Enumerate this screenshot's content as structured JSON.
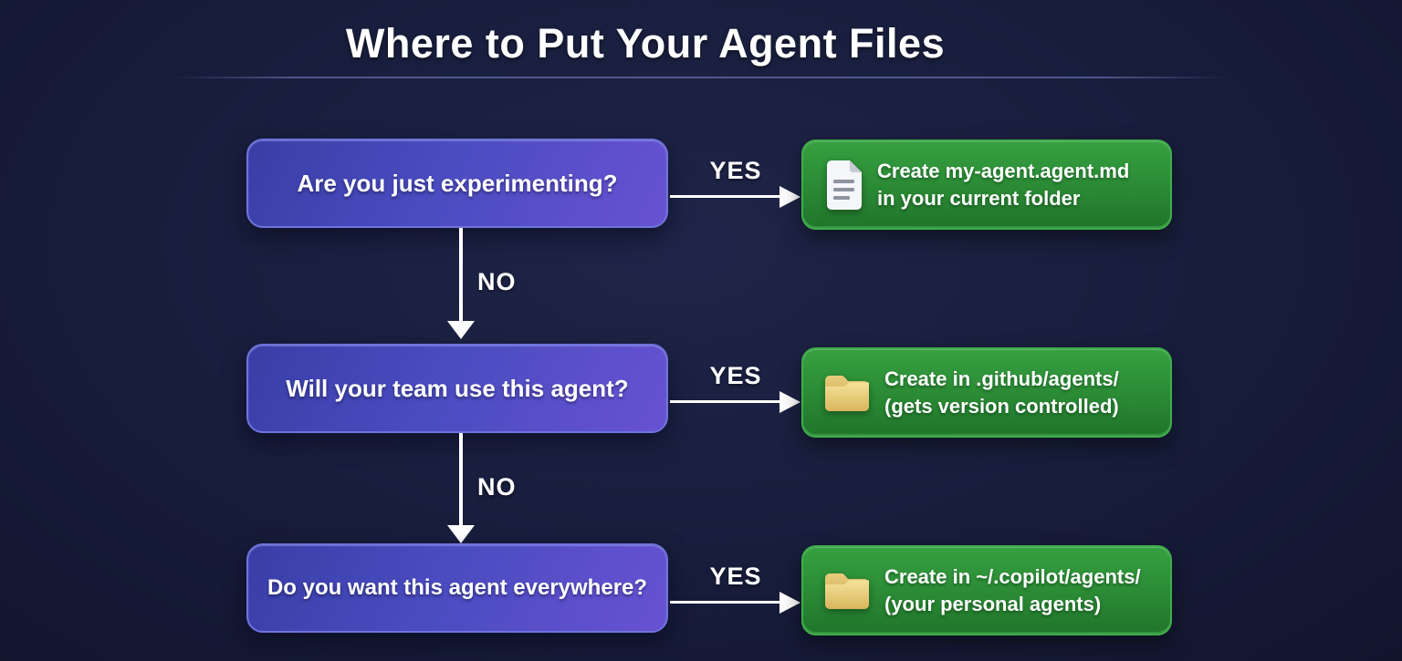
{
  "page": {
    "title": "Where to Put Your Agent Files",
    "background_color": "#181d3c",
    "divider_color": "#7d87c9"
  },
  "flowchart": {
    "question_box_gradient_start": "#393ea6",
    "question_box_gradient_end": "#6852d2",
    "question_box_border": "#6e74de",
    "result_box_color": "#2c8d36",
    "result_box_border": "#3fad49",
    "arrow_color": "#ffffff",
    "folder_icon_color": "#e6c76f",
    "document_icon_color": "#f4f6f9",
    "rows": [
      {
        "question": "Are you just experimenting?",
        "yes_label": "YES",
        "no_label": "NO",
        "result": {
          "icon": "document-icon",
          "line1": "Create my-agent.agent.md",
          "line2": "in your current folder"
        }
      },
      {
        "question": "Will your team use this agent?",
        "yes_label": "YES",
        "no_label": "NO",
        "result": {
          "icon": "folder-icon",
          "line1": "Create in .github/agents/",
          "line2": "(gets version controlled)"
        }
      },
      {
        "question": "Do you want this agent everywhere?",
        "yes_label": "YES",
        "result": {
          "icon": "folder-icon",
          "line1": "Create in ~/.copilot/agents/",
          "line2": "(your personal agents)"
        }
      }
    ]
  }
}
